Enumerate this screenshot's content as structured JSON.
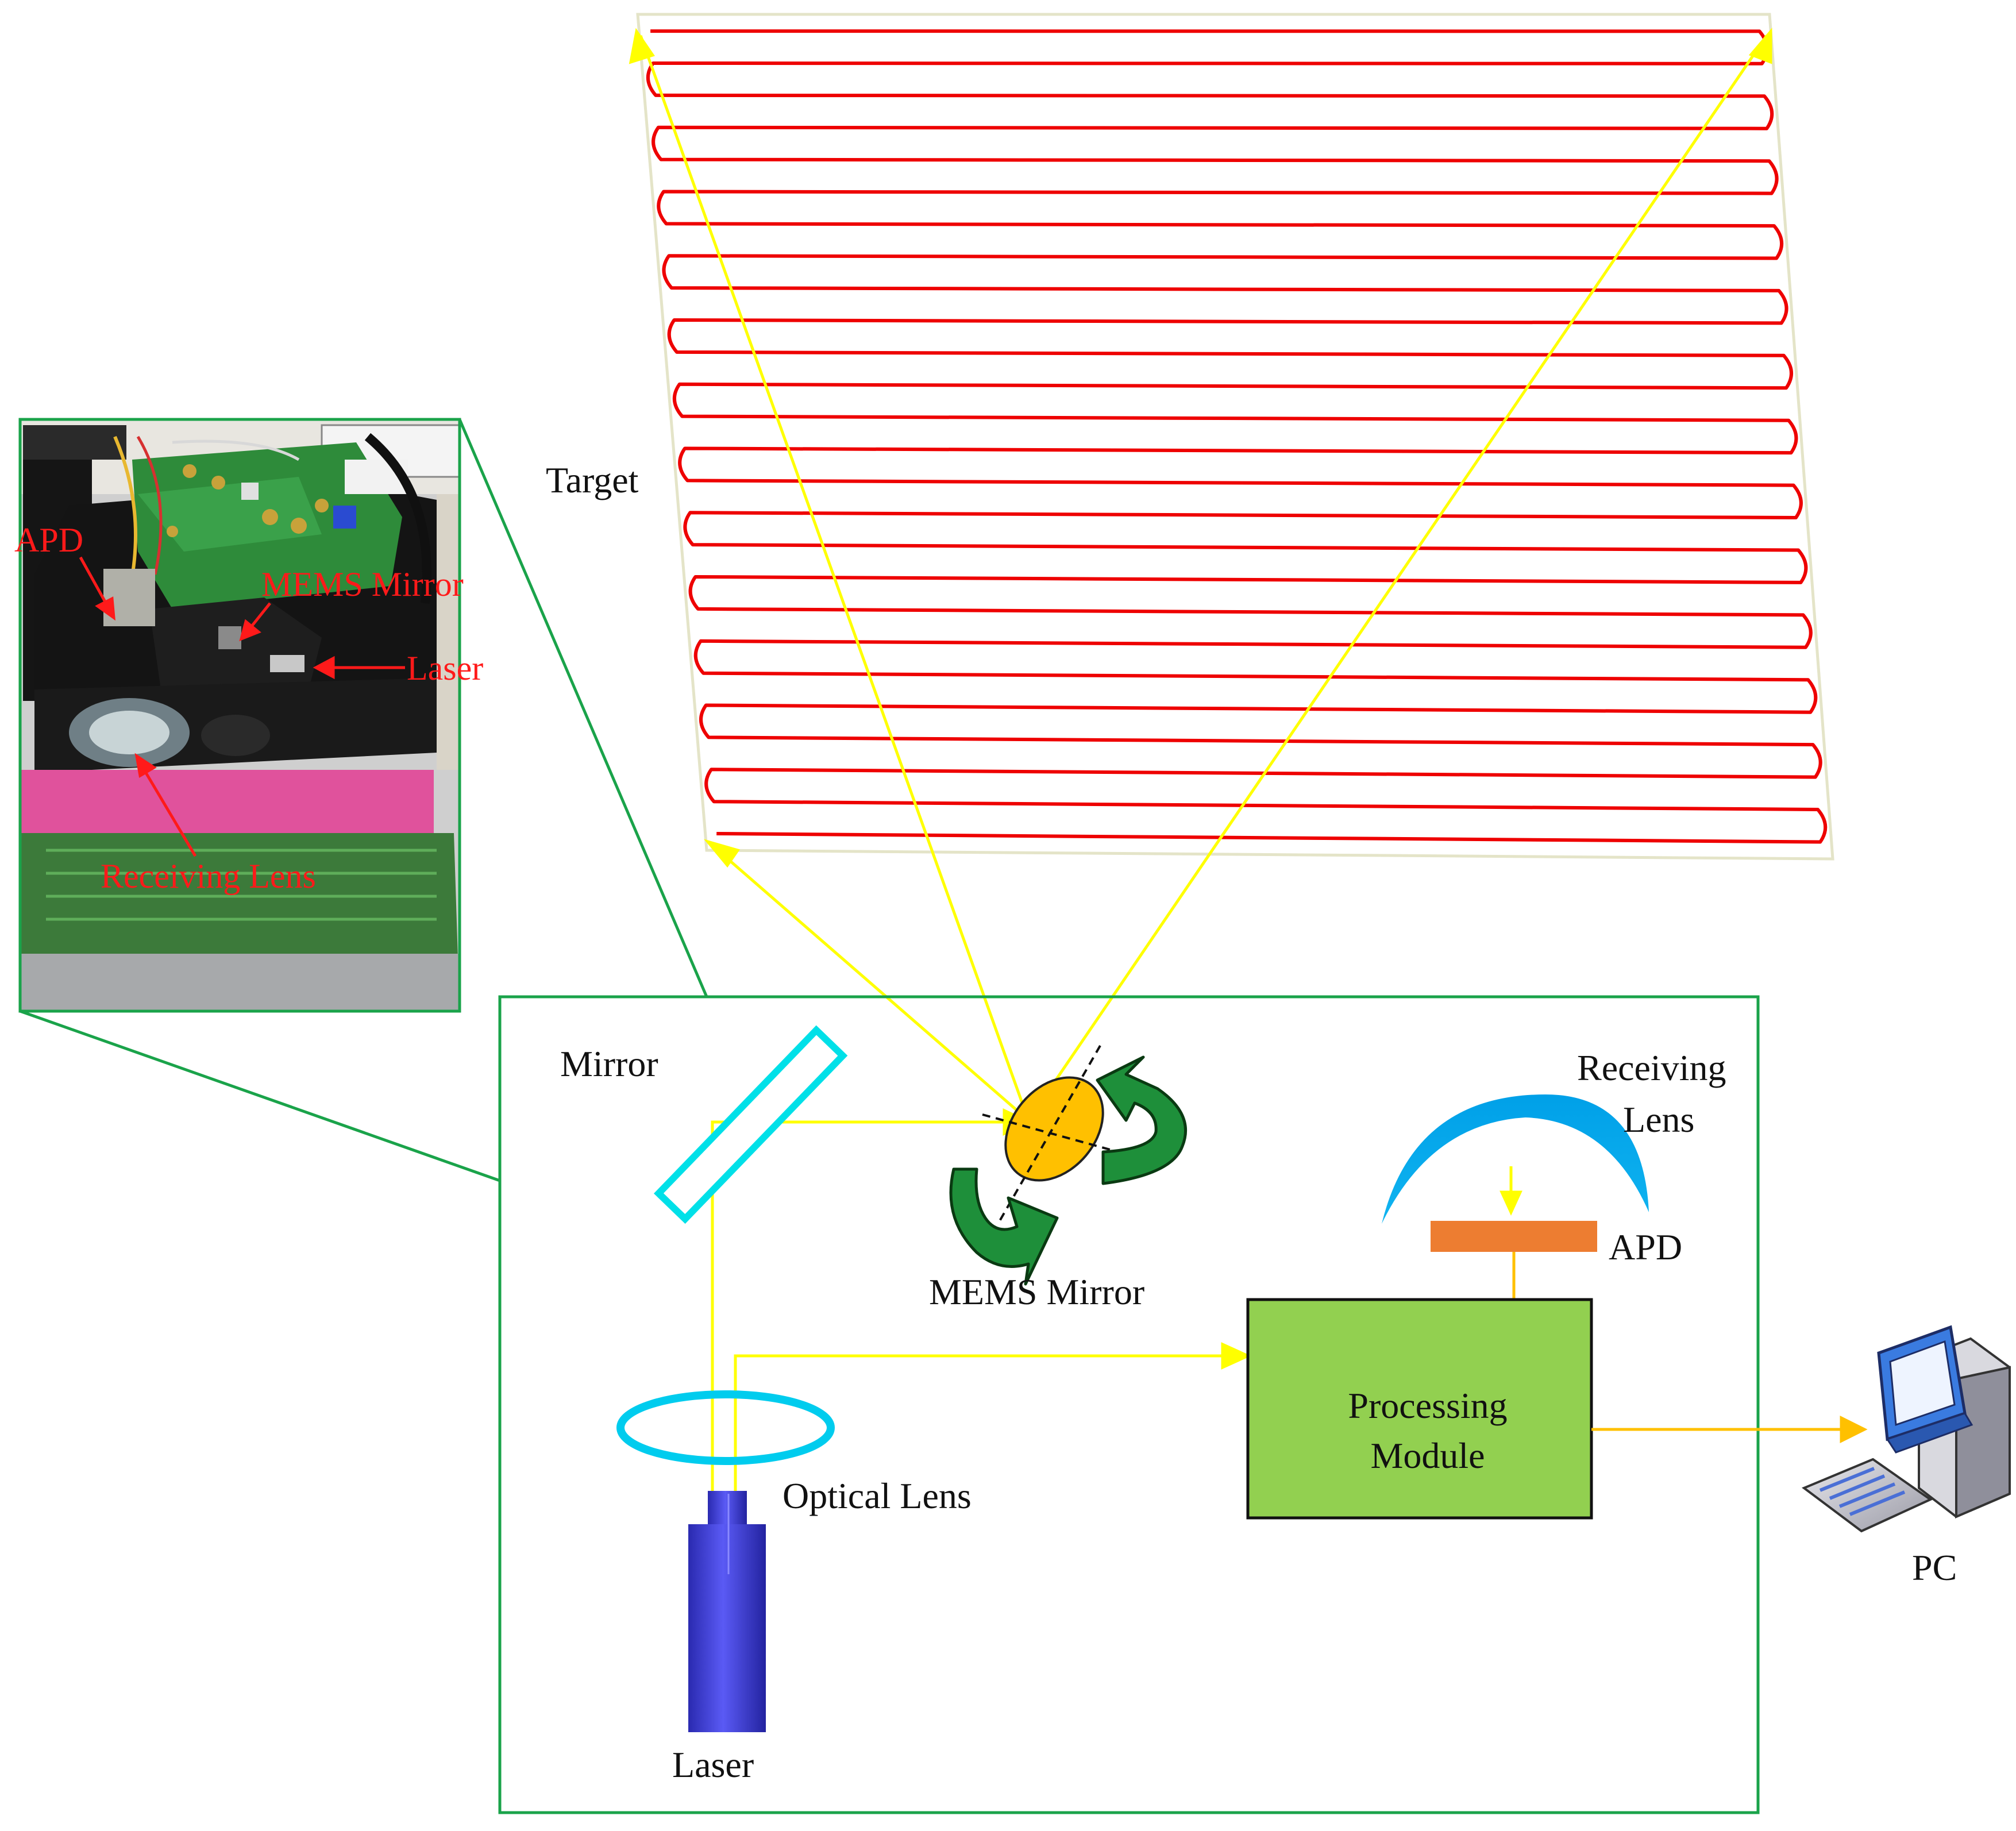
{
  "labels": {
    "target": "Target",
    "mirror": "Mirror",
    "mems_mirror": "MEMS Mirror",
    "receiving_lens_line1": "Receiving",
    "receiving_lens_line2": "Lens",
    "apd": "APD",
    "optical_lens": "Optical Lens",
    "laser": "Laser",
    "processing_line1": "Processing",
    "processing_line2": "Module",
    "pc": "PC"
  },
  "photo_labels": {
    "apd": "APD",
    "mems_mirror": "MEMS Mirror",
    "laser": "Laser",
    "receiving_lens": "Receiving Lens"
  },
  "colors": {
    "scan_line": "#ee0000",
    "beam": "#ffff00",
    "signal": "#ffc000",
    "frame": "#1aa34a",
    "lens": "#00ccee",
    "receiving_lens": "#00aaee",
    "apd": "#ed7d31",
    "processing": "#92d050",
    "mems": "#ffc000",
    "rotation_arrow": "#1e8f3a",
    "laser_body": "#4a4ae6",
    "photo_annotation": "#ff1a1a"
  },
  "icons": {
    "computer": "pc-icon"
  }
}
